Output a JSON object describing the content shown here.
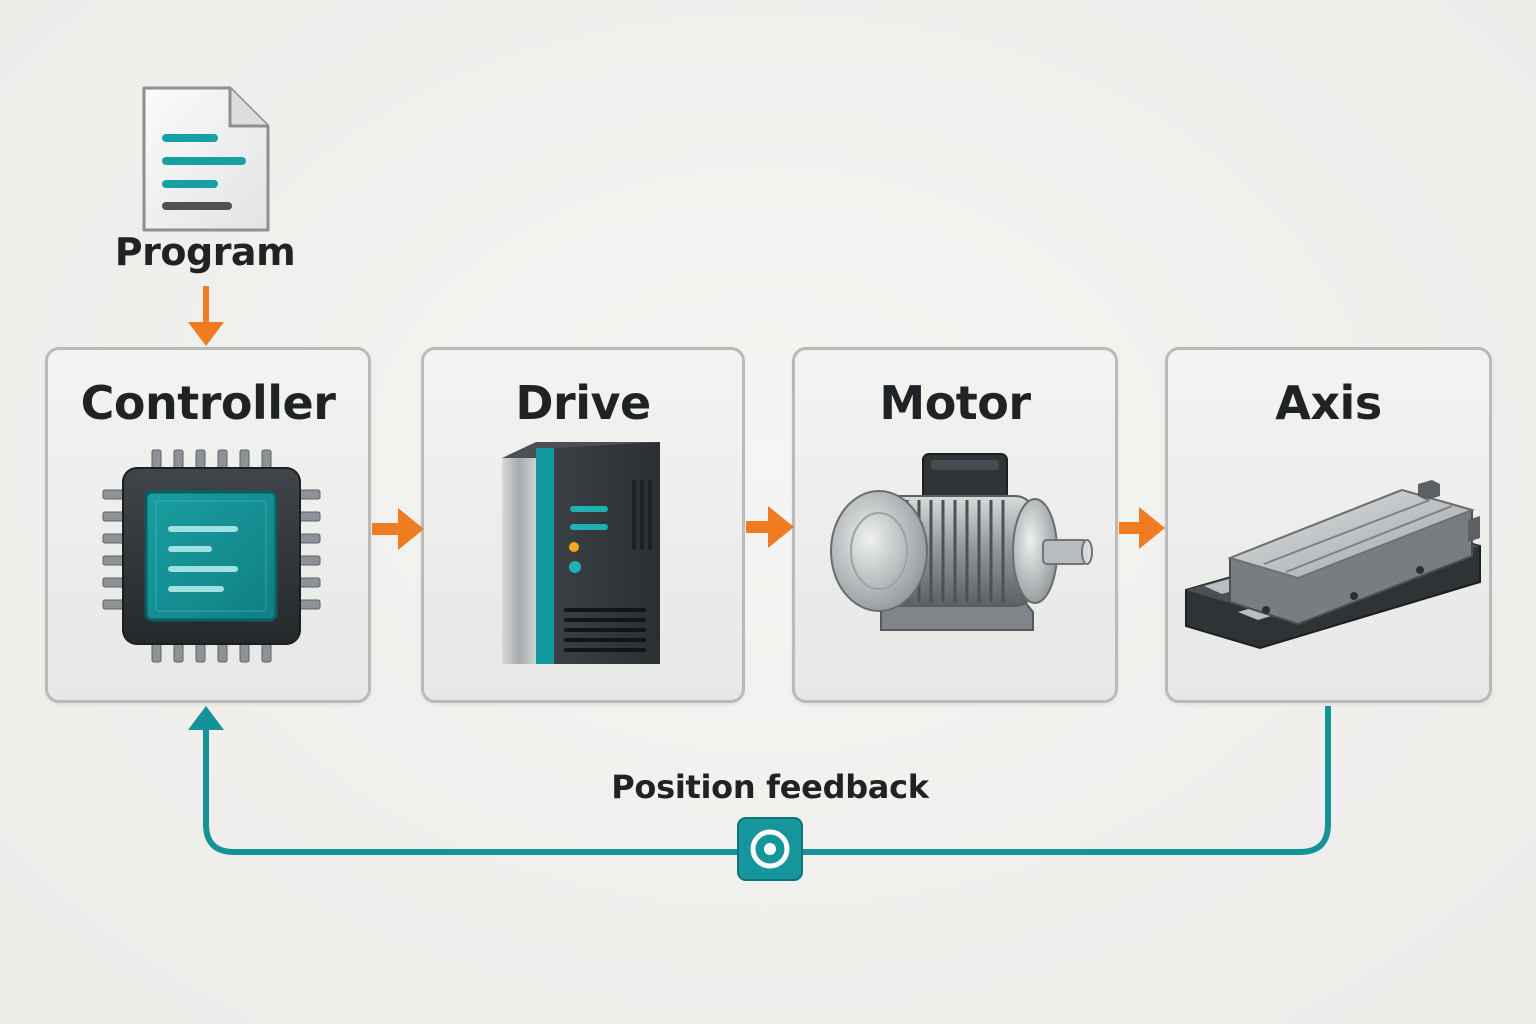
{
  "program": {
    "label": "Program",
    "icon": "document-icon"
  },
  "blocks": [
    {
      "id": "controller",
      "title": "Controller",
      "icon": "chip-icon"
    },
    {
      "id": "drive",
      "title": "Drive",
      "icon": "drive-unit-icon"
    },
    {
      "id": "motor",
      "title": "Motor",
      "icon": "motor-icon"
    },
    {
      "id": "axis",
      "title": "Axis",
      "icon": "linear-axis-icon"
    }
  ],
  "feedback": {
    "label": "Position feedback",
    "icon": "sensor-icon"
  },
  "colors": {
    "forward_arrow": "#f07c22",
    "feedback_line": "#13929a",
    "teal_accent": "#159aa0",
    "dark_body": "#2c3135",
    "box_border": "#b9bab9"
  }
}
